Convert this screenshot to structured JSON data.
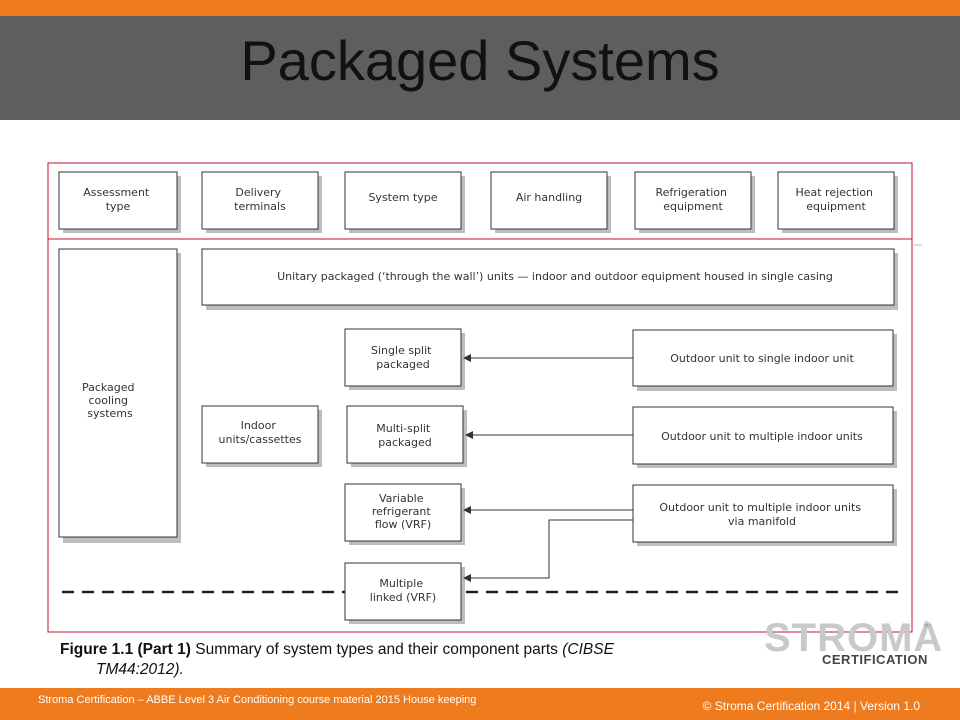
{
  "slide": {
    "title": "Packaged Systems"
  },
  "diagram": {
    "headers": [
      {
        "id": "assessment",
        "lines": [
          "Assessment",
          "type"
        ]
      },
      {
        "id": "delivery",
        "lines": [
          "Delivery",
          "terminals"
        ]
      },
      {
        "id": "system",
        "lines": [
          "System type"
        ]
      },
      {
        "id": "air",
        "lines": [
          "Air handling"
        ]
      },
      {
        "id": "refrigeration",
        "lines": [
          "Refrigeration",
          "equipment"
        ]
      },
      {
        "id": "heat",
        "lines": [
          "Heat rejection",
          "equipment"
        ]
      }
    ],
    "left_box": {
      "lines": [
        "Packaged",
        "cooling",
        "systems"
      ]
    },
    "unitary_box": {
      "lines": [
        "Unitary packaged (‘through the wall’) units — indoor and outdoor equipment housed in single casing"
      ]
    },
    "indoor_box": {
      "lines": [
        "Indoor",
        "units/cassettes"
      ]
    },
    "system_boxes": [
      {
        "id": "single-split",
        "lines": [
          "Single split",
          "packaged"
        ]
      },
      {
        "id": "multi-split",
        "lines": [
          "Multi-split",
          "packaged"
        ]
      },
      {
        "id": "vrf",
        "lines": [
          "Variable",
          "refrigerant",
          "flow (VRF)"
        ]
      },
      {
        "id": "multiple-linked",
        "lines": [
          "Multiple",
          "linked (VRF)"
        ]
      }
    ],
    "outdoor_boxes": [
      {
        "id": "outdoor-single",
        "lines": [
          "Outdoor unit to single indoor unit"
        ]
      },
      {
        "id": "outdoor-multiple",
        "lines": [
          "Outdoor unit to multiple indoor units"
        ]
      },
      {
        "id": "outdoor-manifold",
        "lines": [
          "Outdoor unit to multiple indoor units",
          "via manifold"
        ]
      }
    ]
  },
  "caption": {
    "label": "Figure 1.1 (Part 1)",
    "text": " Summary of system types and their component parts ",
    "citation_a": "(CIBSE",
    "citation_b": "TM44:2012)."
  },
  "logo": {
    "word": "STROMA",
    "reg": "®",
    "sub": "CERTIFICATION"
  },
  "footer": {
    "left": "Stroma Certification – ABBE Level 3  Air Conditioning course material  2015 House keeping",
    "right": "© Stroma Certification 2014  |   Version 1.0"
  },
  "colors": {
    "accent_orange": "#ee7b1d",
    "title_band": "#5e5e5e",
    "frame_red": "#c8102e"
  }
}
